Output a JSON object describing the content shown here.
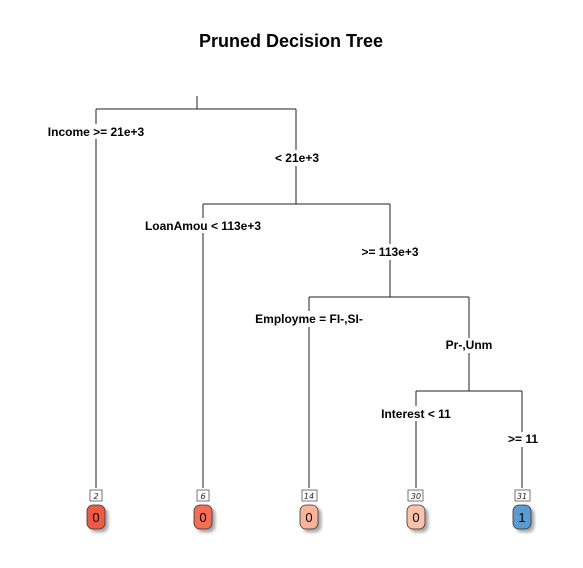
{
  "title": "Pruned Decision Tree",
  "splits": [
    {
      "left_label": "Income >= 21e+3",
      "right_label": "< 21e+3"
    },
    {
      "left_label": "LoanAmou < 113e+3",
      "right_label": ">= 113e+3"
    },
    {
      "left_label": "Employme = FI-,SI-",
      "right_label": "Pr-,Unm"
    },
    {
      "left_label": "Interest < 11",
      "right_label": ">= 11"
    }
  ],
  "leaves": [
    {
      "id": "2",
      "value": "0",
      "fill": "#ef5a45",
      "text_color": "#000000"
    },
    {
      "id": "6",
      "value": "0",
      "fill": "#f26e56",
      "text_color": "#000000"
    },
    {
      "id": "14",
      "value": "0",
      "fill": "#f9b49b",
      "text_color": "#000000"
    },
    {
      "id": "30",
      "value": "0",
      "fill": "#fac2ab",
      "text_color": "#000000"
    },
    {
      "id": "31",
      "value": "1",
      "fill": "#5b9bd0",
      "text_color": "#000000"
    }
  ]
}
